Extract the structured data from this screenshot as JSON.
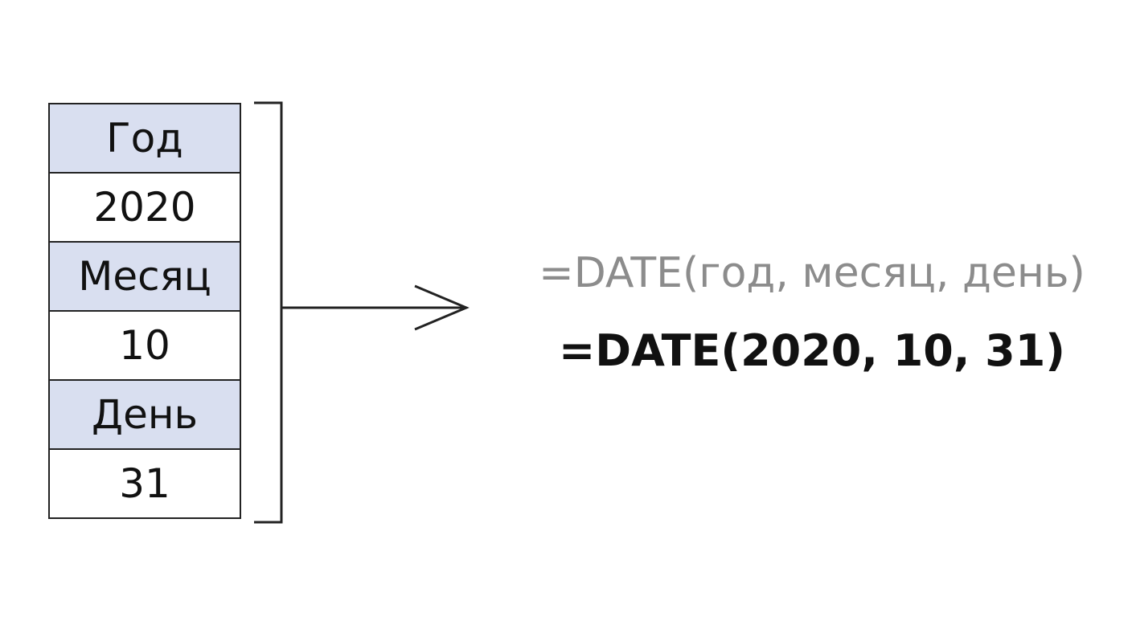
{
  "table": {
    "rows": [
      {
        "kind": "header",
        "text": "Год"
      },
      {
        "kind": "value",
        "text": "2020"
      },
      {
        "kind": "header",
        "text": "Месяц"
      },
      {
        "kind": "value",
        "text": "10"
      },
      {
        "kind": "header",
        "text": "День"
      },
      {
        "kind": "value",
        "text": "31"
      }
    ]
  },
  "formula": {
    "syntax": "=DATE(год, месяц, день)",
    "example": "=DATE(2020, 10, 31)"
  },
  "colors": {
    "header_fill": "#d9dff0",
    "syntax_text": "#8c8c8c",
    "example_text": "#111111",
    "lines": "#222222"
  }
}
